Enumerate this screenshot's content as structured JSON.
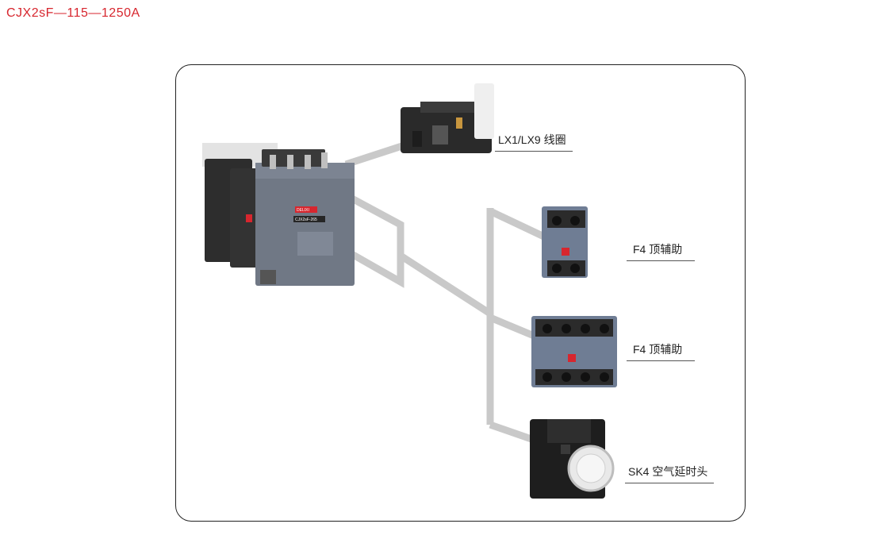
{
  "page_title": "CJX2sF—115—1250A",
  "colors": {
    "title": "#d7262e",
    "connector": "#c9c9c9",
    "connector_edge": "#9a9a9a",
    "frame_border": "#222222",
    "contactor_body": "#6e7683",
    "module_blue": "#6d7b93",
    "module_dark": "#2b2b2b"
  },
  "labels": {
    "coil": "LX1/LX9 线圈",
    "aux_top_2pole": "F4 顶辅助",
    "aux_top_4pole": "F4 顶辅助",
    "timer": "SK4 空气延时头"
  },
  "device_markings": {
    "brand": "DELIXI",
    "model": "CJX2sF-265"
  },
  "icons": [
    "contactor-image",
    "coil-module-image",
    "aux-contact-2pole-image",
    "aux-contact-4pole-image",
    "air-timer-image"
  ]
}
